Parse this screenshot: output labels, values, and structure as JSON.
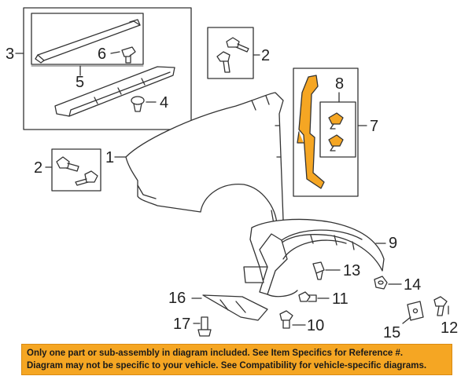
{
  "callouts": {
    "c1": "1",
    "c2a": "2",
    "c2b": "2",
    "c3": "3",
    "c4": "4",
    "c5": "5",
    "c6": "6",
    "c7": "7",
    "c8": "8",
    "c9": "9",
    "c10": "10",
    "c11": "11",
    "c12": "12",
    "c13": "13",
    "c14": "14",
    "c15": "15",
    "c16": "16",
    "c17": "17"
  },
  "banner": {
    "line1": "Only one part or sub-assembly in diagram included. See Item Specifics for Reference #.",
    "line2": "Diagram may not be specific to your vehicle. See Compatibility for vehicle-specific diagrams."
  },
  "colors": {
    "highlight": "#f5a623",
    "stroke": "#333333",
    "banner_bg": "#f5a623"
  }
}
